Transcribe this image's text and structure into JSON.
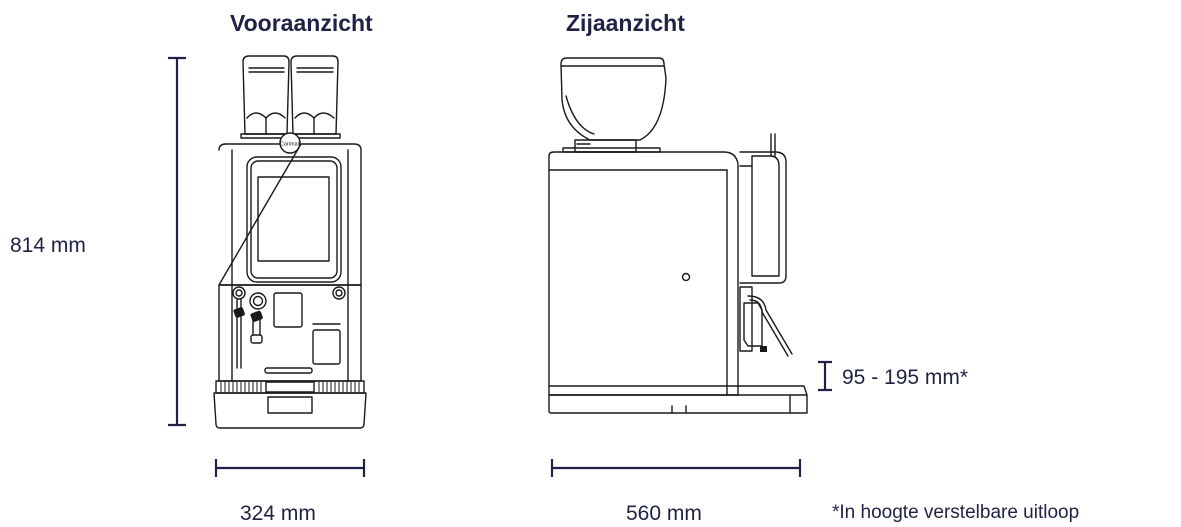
{
  "front_view": {
    "title": "Vooraanzicht",
    "height_label": "814 mm",
    "width_label": "324 mm",
    "brand_badge": "Carimali"
  },
  "side_view": {
    "title": "Zijaanzicht",
    "depth_label": "560 mm",
    "spout_label": "95 - 195 mm*"
  },
  "footnote": "*In hoogte verstelbare uitloop",
  "colors": {
    "text": "#1f2244",
    "line": "#1a1a1a"
  }
}
